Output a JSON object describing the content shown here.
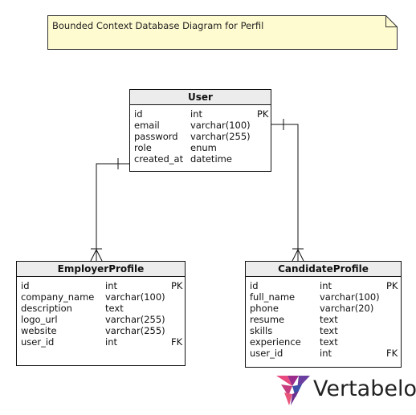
{
  "note": {
    "text": "Bounded Context Database Diagram for Perfil"
  },
  "tables": {
    "user": {
      "title": "User",
      "rows": [
        {
          "name": "id",
          "type": "int",
          "key": "PK"
        },
        {
          "name": "email",
          "type": "varchar(100)",
          "key": ""
        },
        {
          "name": "password",
          "type": "varchar(255)",
          "key": ""
        },
        {
          "name": "role",
          "type": "enum",
          "key": ""
        },
        {
          "name": "created_at",
          "type": "datetime",
          "key": ""
        }
      ]
    },
    "employer": {
      "title": "EmployerProfile",
      "rows": [
        {
          "name": "id",
          "type": "int",
          "key": "PK"
        },
        {
          "name": "company_name",
          "type": "varchar(100)",
          "key": ""
        },
        {
          "name": "description",
          "type": "text",
          "key": ""
        },
        {
          "name": "logo_url",
          "type": "varchar(255)",
          "key": ""
        },
        {
          "name": "website",
          "type": "varchar(255)",
          "key": ""
        },
        {
          "name": "user_id",
          "type": "int",
          "key": "FK"
        }
      ]
    },
    "candidate": {
      "title": "CandidateProfile",
      "rows": [
        {
          "name": "id",
          "type": "int",
          "key": "PK"
        },
        {
          "name": "full_name",
          "type": "varchar(100)",
          "key": ""
        },
        {
          "name": "phone",
          "type": "varchar(20)",
          "key": ""
        },
        {
          "name": "resume",
          "type": "text",
          "key": ""
        },
        {
          "name": "skills",
          "type": "text",
          "key": ""
        },
        {
          "name": "experience",
          "type": "text",
          "key": ""
        },
        {
          "name": "user_id",
          "type": "int",
          "key": "FK"
        }
      ]
    }
  },
  "logo": {
    "text": "Vertabelo"
  }
}
